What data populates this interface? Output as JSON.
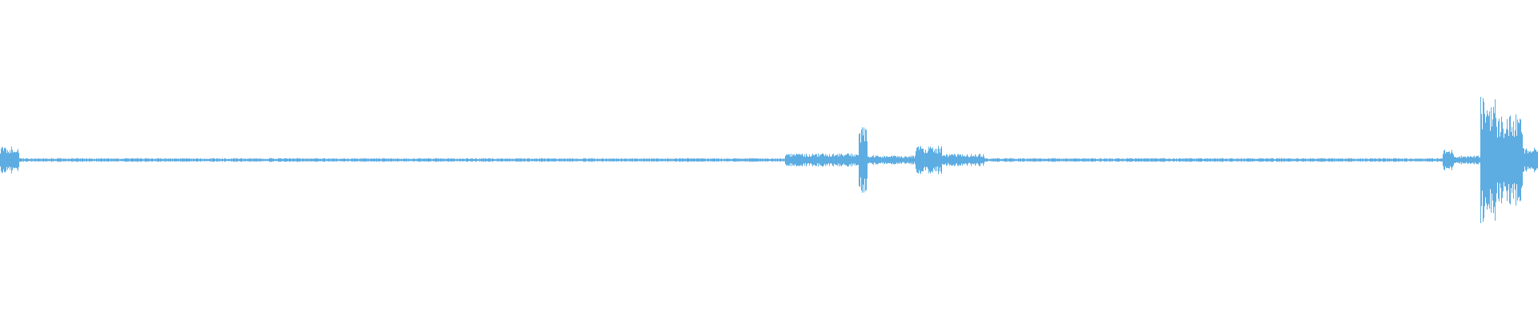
{
  "waveform": {
    "color": "#5dade2",
    "background": "#ffffff",
    "segments": [
      {
        "from": 0.0,
        "to": 0.012,
        "amp": 0.09
      },
      {
        "from": 0.012,
        "to": 0.51,
        "amp": 0.012
      },
      {
        "from": 0.51,
        "to": 0.558,
        "amp": 0.045
      },
      {
        "from": 0.558,
        "to": 0.564,
        "amp": 0.22
      },
      {
        "from": 0.564,
        "to": 0.595,
        "amp": 0.03
      },
      {
        "from": 0.595,
        "to": 0.612,
        "amp": 0.095
      },
      {
        "from": 0.612,
        "to": 0.64,
        "amp": 0.04
      },
      {
        "from": 0.64,
        "to": 0.938,
        "amp": 0.012
      },
      {
        "from": 0.938,
        "to": 0.945,
        "amp": 0.07
      },
      {
        "from": 0.945,
        "to": 0.962,
        "amp": 0.03
      },
      {
        "from": 0.962,
        "to": 0.972,
        "amp": 0.42
      },
      {
        "from": 0.972,
        "to": 0.99,
        "amp": 0.3
      },
      {
        "from": 0.99,
        "to": 1.0,
        "amp": 0.08
      }
    ]
  }
}
